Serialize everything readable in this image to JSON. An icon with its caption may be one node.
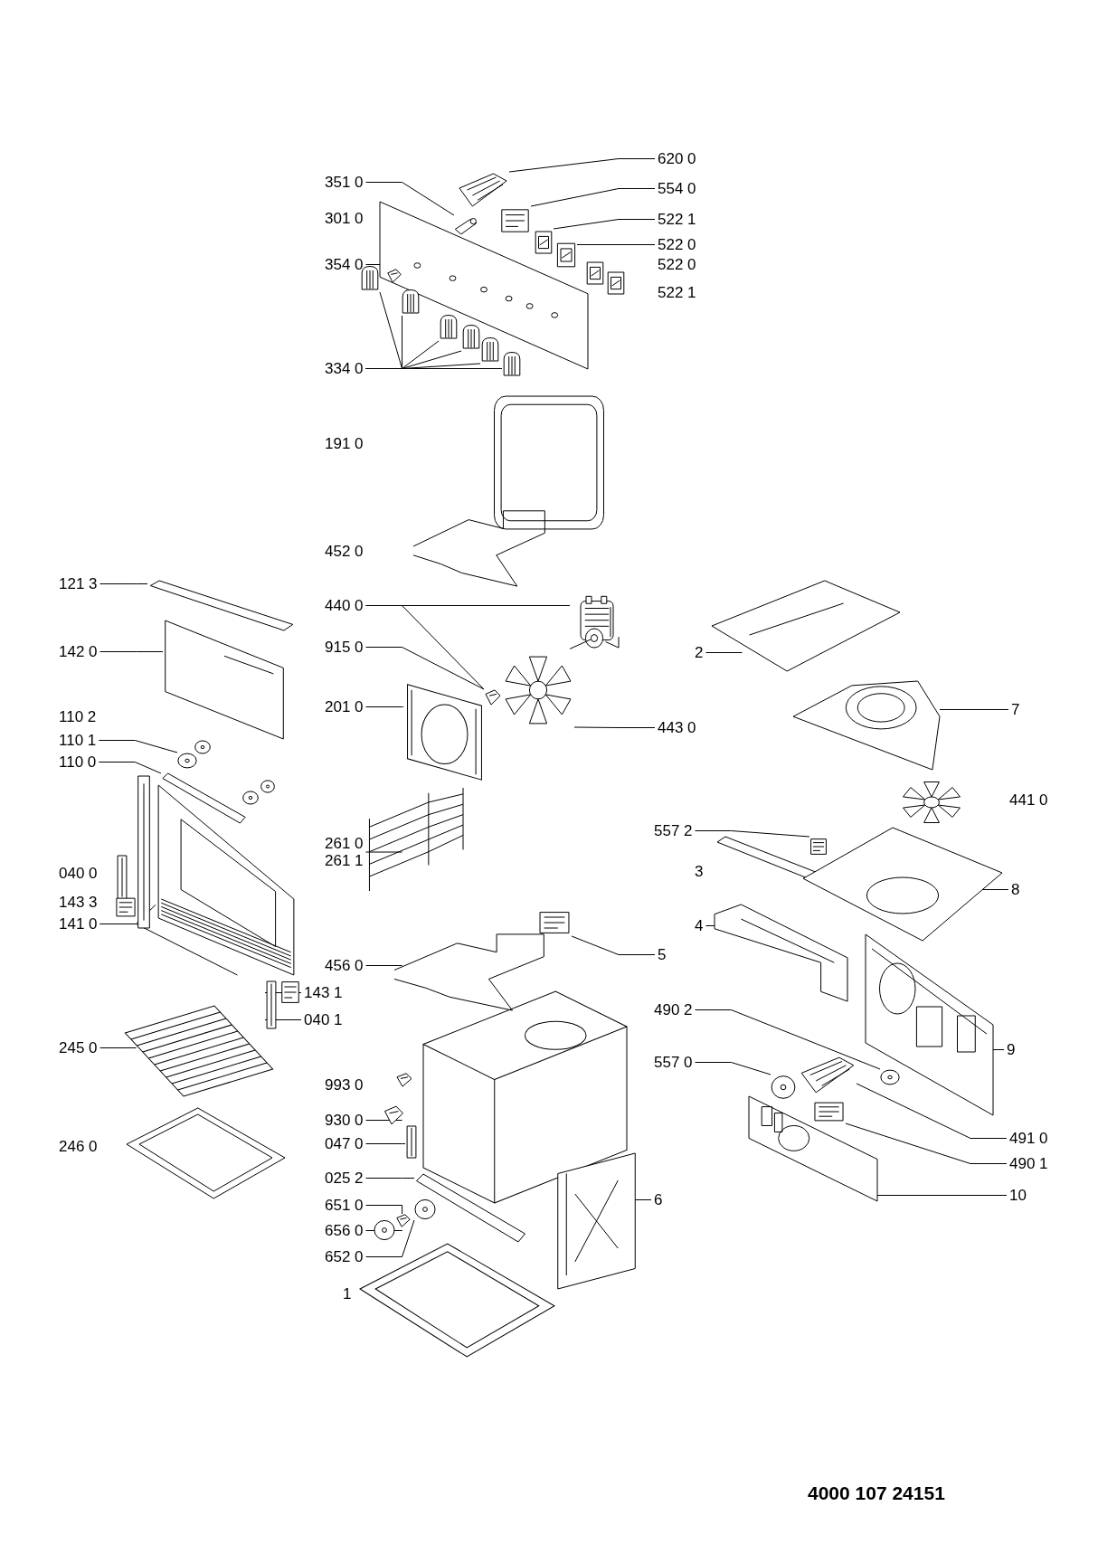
{
  "diagram": {
    "nodes": [
      {
        "text": [
          "620 0"
        ]
      },
      {
        "text": [],
        "shape": "picture"
      },
      {
        "text": [
          "554 0"
        ]
      },
      {
        "text": [],
        "shape": "picture"
      },
      {
        "text": [
          "522 1"
        ]
      },
      {
        "text": [],
        "shape": "picture"
      },
      {
        "text": [
          "522 0"
        ]
      },
      {
        "text": [],
        "shape": "picture"
      },
      {
        "text": [
          "351 0"
        ]
      },
      {
        "text": [],
        "shape": "picture"
      },
      {
        "text": [
          "354 0"
        ]
      },
      {
        "text": [],
        "shape": "picture"
      },
      {
        "text": [
          "334 0"
        ]
      },
      {
        "text": [],
        "shape": "picture"
      },
      {
        "text": [],
        "shape": "picture"
      },
      {
        "text": [],
        "shape": "picture"
      },
      {
        "text": [],
        "shape": "picture"
      },
      {
        "text": [],
        "shape": "picture"
      },
      {
        "text": [],
        "shape": "picture"
      },
      {
        "text": [
          "440 0"
        ]
      },
      {
        "text": [],
        "shape": "picture"
      },
      {
        "text": [
          "915 0"
        ]
      },
      {
        "text": [],
        "shape": "picture"
      },
      {
        "text": [
          "443 0"
        ]
      },
      {
        "text": [],
        "shape": "picture"
      },
      {
        "text": [
          "201 0"
        ]
      },
      {
        "text": [],
        "shape": "picture"
      },
      {
        "text": [
          "261 0",
          "261 1"
        ]
      },
      {
        "text": [],
        "shape": "picture"
      },
      {
        "text": [
          "456 0"
        ]
      },
      {
        "text": [],
        "shape": "picture"
      },
      {
        "text": [
          "5"
        ]
      },
      {
        "text": [],
        "shape": "picture"
      },
      {
        "text": [
          "121 3"
        ]
      },
      {
        "text": [],
        "shape": "picture"
      },
      {
        "text": [
          "142 0"
        ]
      },
      {
        "text": [],
        "shape": "picture"
      },
      {
        "text": [
          "110 1"
        ]
      },
      {
        "text": [],
        "shape": "picture"
      },
      {
        "text": [
          "110 0"
        ]
      },
      {
        "text": [],
        "shape": "picture"
      },
      {
        "text": [
          "141 0"
        ]
      },
      {
        "text": [],
        "shape": "picture"
      },
      {
        "text": [],
        "shape": "picture"
      },
      {
        "text": [
          "143 1"
        ]
      },
      {
        "text": [],
        "shape": "picture"
      },
      {
        "text": [
          "040 1"
        ]
      },
      {
        "text": [],
        "shape": "picture"
      },
      {
        "text": [
          "245 0"
        ]
      },
      {
        "text": [],
        "shape": "picture"
      },
      {
        "text": [
          "930 0"
        ]
      },
      {
        "text": [],
        "shape": "picture"
      },
      {
        "text": [
          "047 0"
        ]
      },
      {
        "text": [],
        "shape": "picture"
      },
      {
        "text": [
          "025 2"
        ]
      },
      {
        "text": [],
        "shape": "picture"
      },
      {
        "text": [
          "651 0"
        ]
      },
      {
        "text": [],
        "shape": "picture"
      },
      {
        "text": [
          "656 0"
        ]
      },
      {
        "text": [],
        "shape": "picture"
      },
      {
        "text": [
          "652 0"
        ]
      },
      {
        "text": [],
        "shape": "picture"
      },
      {
        "text": [
          "6"
        ]
      },
      {
        "text": [],
        "shape": "picture"
      },
      {
        "text": [
          "2"
        ]
      },
      {
        "text": [],
        "shape": "picture"
      },
      {
        "text": [
          "7"
        ]
      },
      {
        "text": [],
        "shape": "picture"
      },
      {
        "text": [
          "557 2"
        ]
      },
      {
        "text": [],
        "shape": "picture"
      },
      {
        "text": [
          "8"
        ]
      },
      {
        "text": [],
        "shape": "picture"
      },
      {
        "text": [
          "4"
        ]
      },
      {
        "text": [],
        "shape": "picture"
      },
      {
        "text": [
          "9"
        ]
      },
      {
        "text": [],
        "shape": "picture"
      },
      {
        "text": [
          "490 2"
        ]
      },
      {
        "text": [],
        "shape": "picture"
      },
      {
        "text": [
          "557 0"
        ]
      },
      {
        "text": [],
        "shape": "picture"
      },
      {
        "text": [
          "491 0"
        ]
      },
      {
        "text": [],
        "shape": "picture"
      },
      {
        "text": [
          "490 1"
        ]
      },
      {
        "text": [],
        "shape": "picture"
      },
      {
        "text": [
          "10"
        ]
      },
      {
        "text": [],
        "shape": "picture"
      }
    ],
    "edges": [
      {
        "from": 0,
        "to": 1,
        "arrow": "none"
      },
      {
        "from": 2,
        "to": 3,
        "arrow": "none"
      },
      {
        "from": 4,
        "to": 5,
        "arrow": "none"
      },
      {
        "from": 6,
        "to": 7,
        "arrow": "none"
      },
      {
        "from": 8,
        "to": 9,
        "arrow": "none"
      },
      {
        "from": 10,
        "to": 11,
        "arrow": "none"
      },
      {
        "from": 12,
        "to": 13,
        "arrow": "none"
      },
      {
        "from": 12,
        "to": 14,
        "arrow": "none"
      },
      {
        "from": 12,
        "to": 15,
        "arrow": "none"
      },
      {
        "from": 12,
        "to": 16,
        "arrow": "none"
      },
      {
        "from": 12,
        "to": 17,
        "arrow": "none"
      },
      {
        "from": 12,
        "to": 18,
        "arrow": "none"
      },
      {
        "from": 19,
        "to": 20,
        "arrow": "none"
      },
      {
        "from": 19,
        "to": 22,
        "arrow": "none"
      },
      {
        "from": 21,
        "to": 22,
        "arrow": "none"
      },
      {
        "from": 23,
        "to": 24,
        "arrow": "none"
      },
      {
        "from": 25,
        "to": 26,
        "arrow": "none"
      },
      {
        "from": 27,
        "to": 28,
        "arrow": "none"
      },
      {
        "from": 29,
        "to": 30,
        "arrow": "none"
      },
      {
        "from": 31,
        "to": 32,
        "arrow": "none"
      },
      {
        "from": 33,
        "to": 34,
        "arrow": "none"
      },
      {
        "from": 35,
        "to": 36,
        "arrow": "none"
      },
      {
        "from": 37,
        "to": 38,
        "arrow": "none"
      },
      {
        "from": 39,
        "to": 40,
        "arrow": "none"
      },
      {
        "from": 41,
        "to": 42,
        "arrow": "none"
      },
      {
        "from": 41,
        "to": 43,
        "arrow": "none"
      },
      {
        "from": 41,
        "to": 43,
        "arrow": "none"
      },
      {
        "from": 44,
        "to": 45,
        "arrow": "none"
      },
      {
        "from": 46,
        "to": 47,
        "arrow": "none"
      },
      {
        "from": 48,
        "to": 49,
        "arrow": "none"
      },
      {
        "from": 50,
        "to": 51,
        "arrow": "none"
      },
      {
        "from": 52,
        "to": 53,
        "arrow": "none"
      },
      {
        "from": 54,
        "to": 55,
        "arrow": "none"
      },
      {
        "from": 56,
        "to": 57,
        "arrow": "none"
      },
      {
        "from": 58,
        "to": 59,
        "arrow": "none"
      },
      {
        "from": 60,
        "to": 61,
        "arrow": "none"
      },
      {
        "from": 62,
        "to": 63,
        "arrow": "none"
      },
      {
        "from": 64,
        "to": 65,
        "arrow": "none"
      },
      {
        "from": 66,
        "to": 67,
        "arrow": "none"
      },
      {
        "from": 68,
        "to": 69,
        "arrow": "none"
      },
      {
        "from": 70,
        "to": 71,
        "arrow": "none"
      },
      {
        "from": 72,
        "to": 73,
        "arrow": "none"
      },
      {
        "from": 74,
        "to": 75,
        "arrow": "none"
      },
      {
        "from": 76,
        "to": 77,
        "arrow": "none"
      },
      {
        "from": 78,
        "to": 79,
        "arrow": "none"
      },
      {
        "from": 80,
        "to": 81,
        "arrow": "none"
      },
      {
        "from": 82,
        "to": 83,
        "arrow": "none"
      },
      {
        "from": 84,
        "to": 85,
        "arrow": "none"
      }
    ],
    "labels": [
      "301 0",
      "522 0",
      "522 1",
      "191 0",
      "452 0",
      "110 2",
      "040 0",
      "143 3",
      "246 0",
      "993 0",
      "1",
      "441 0",
      "3",
      "4000 107 24151"
    ]
  }
}
